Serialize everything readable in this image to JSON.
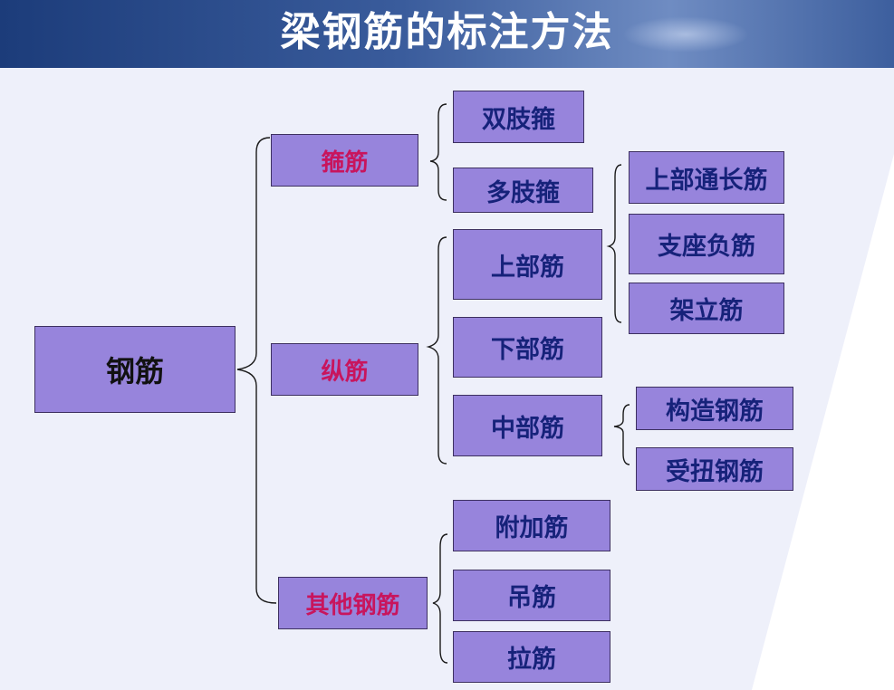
{
  "title": "梁钢筋的标注方法",
  "colors": {
    "box_fill": "#9784dc",
    "box_border": "#3d3060",
    "text_blue": "#16227a",
    "text_magenta": "#c8155d",
    "header": "#2d4d8d"
  },
  "tree": {
    "root": "钢筋",
    "branches": [
      {
        "label": "箍筋",
        "children": [
          "双肢箍",
          "多肢箍"
        ]
      },
      {
        "label": "纵筋",
        "children": [
          {
            "label": "上部筋",
            "children": [
              "上部通长筋",
              "支座负筋",
              "架立筋"
            ]
          },
          {
            "label": "下部筋"
          },
          {
            "label": "中部筋",
            "children": [
              "构造钢筋",
              "受扭钢筋"
            ]
          }
        ]
      },
      {
        "label": "其他钢筋",
        "children": [
          "附加筋",
          "吊筋",
          "拉筋"
        ]
      }
    ]
  }
}
